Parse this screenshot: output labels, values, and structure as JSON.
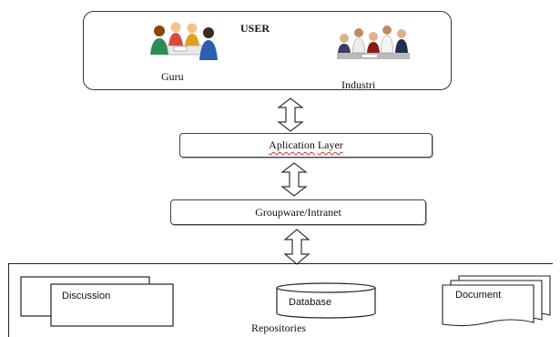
{
  "user": {
    "title": "USER",
    "roles": [
      "Guru",
      "Industri"
    ]
  },
  "layers": {
    "application": {
      "label_part1": "Aplication",
      "label_part2": "Layer"
    },
    "groupware": "Groupware/Intranet"
  },
  "repositories": {
    "label": "Repositories",
    "items": [
      "Discussion",
      "Database",
      "Document"
    ]
  }
}
